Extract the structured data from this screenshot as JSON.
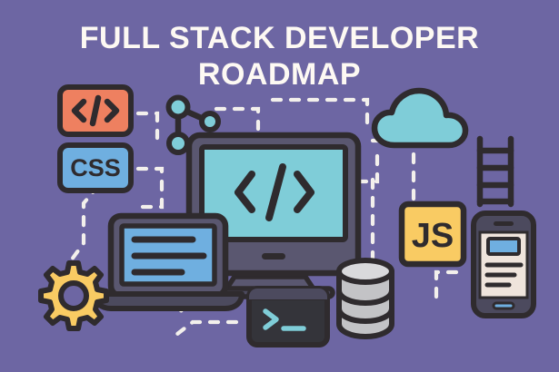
{
  "poster": {
    "background_color": "#6d66a3",
    "title": {
      "line1": "FULL STACK DEVELOPER",
      "line2": "ROADMAP",
      "color": "#fdf9f3"
    }
  },
  "palette": {
    "background": "#6d66a3",
    "outline": "#2f2b2e",
    "title_text": "#fdf9f3",
    "coral": "#ee8060",
    "sky_blue": "#6fafe0",
    "teal": "#7fcdd8",
    "yellow": "#f9cb63",
    "gray_light": "#c3c3c6",
    "bezel_dark": "#4c4a5e",
    "bezel_mid": "#5a5770",
    "terminal_dark": "#34343a",
    "terminal_bar": "#4c4a5e",
    "phone_screen": "#efe4dc",
    "dash_white": "#f3f0ec"
  },
  "badges": {
    "code_tag": {
      "label": "</>",
      "fill": "#ee8060",
      "name": "html-code-badge"
    },
    "css": {
      "label": "CSS",
      "fill": "#6fafe0",
      "name": "css-badge"
    },
    "js": {
      "label": "JS",
      "fill": "#f9cb63",
      "name": "javascript-badge"
    }
  },
  "monitor": {
    "screen_label": "</>",
    "screen_fill": "#7fcdd8",
    "bezel_fill": "#4c4a5e"
  },
  "laptop": {
    "screen_fill": "#6fafe0",
    "text_lines": 3
  },
  "terminal": {
    "prompt": ">",
    "cursor": "_",
    "body_fill": "#34343a",
    "prompt_color": "#7fcdd8"
  },
  "database": {
    "discs": 3,
    "fill": "#c3c3c6"
  },
  "phone": {
    "screen_fill": "#efe4dc",
    "media_fill": "#6fafe0",
    "text_lines": 3
  },
  "cloud": {
    "fill": "#7fcdd8"
  },
  "gear": {
    "fill": "#f9cb63",
    "teeth": 8
  },
  "ladder": {
    "rungs": 4,
    "color": "#2f2b2e"
  },
  "git_graph": {
    "nodes": 3,
    "node_fill": "#7fcdd8"
  }
}
